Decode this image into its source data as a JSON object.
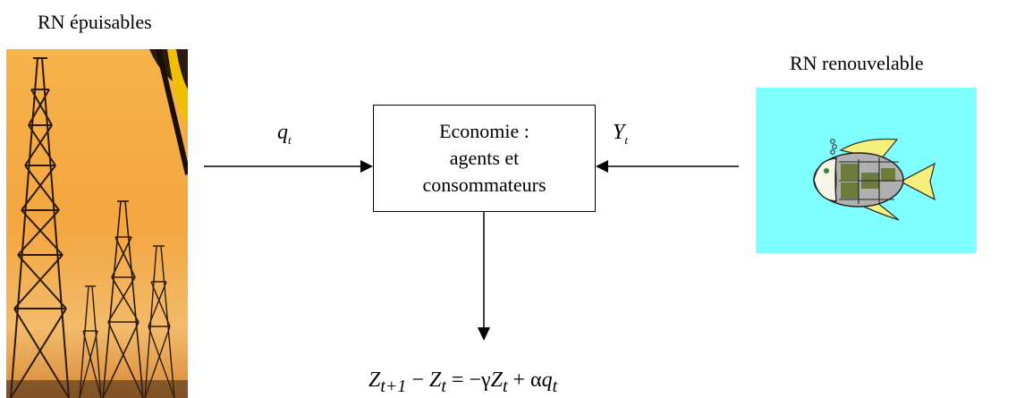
{
  "left_resource": {
    "title": "RN épuisables"
  },
  "right_resource": {
    "title": "RN renouvelable"
  },
  "flows": {
    "left_symbol": "q",
    "left_subscript": "t",
    "right_symbol": "Y",
    "right_subscript": "t"
  },
  "economy": {
    "line1": "Economie :",
    "line2": "agents et",
    "line3": "consommateurs"
  },
  "equation": {
    "lhs": "Z",
    "lhs_sub": "t+1",
    "minus": " − ",
    "z2": "Z",
    "z2_sub": "t",
    "eq": " = −γ",
    "z3": "Z",
    "z3_sub": "t",
    "plus": " + α",
    "q": "q",
    "q_sub": "t"
  },
  "colors": {
    "fish_background": "#7fffff",
    "sky_top": "#f6a53a",
    "sky_bottom": "#e07a20",
    "fish_fin": "#f4f07a"
  }
}
